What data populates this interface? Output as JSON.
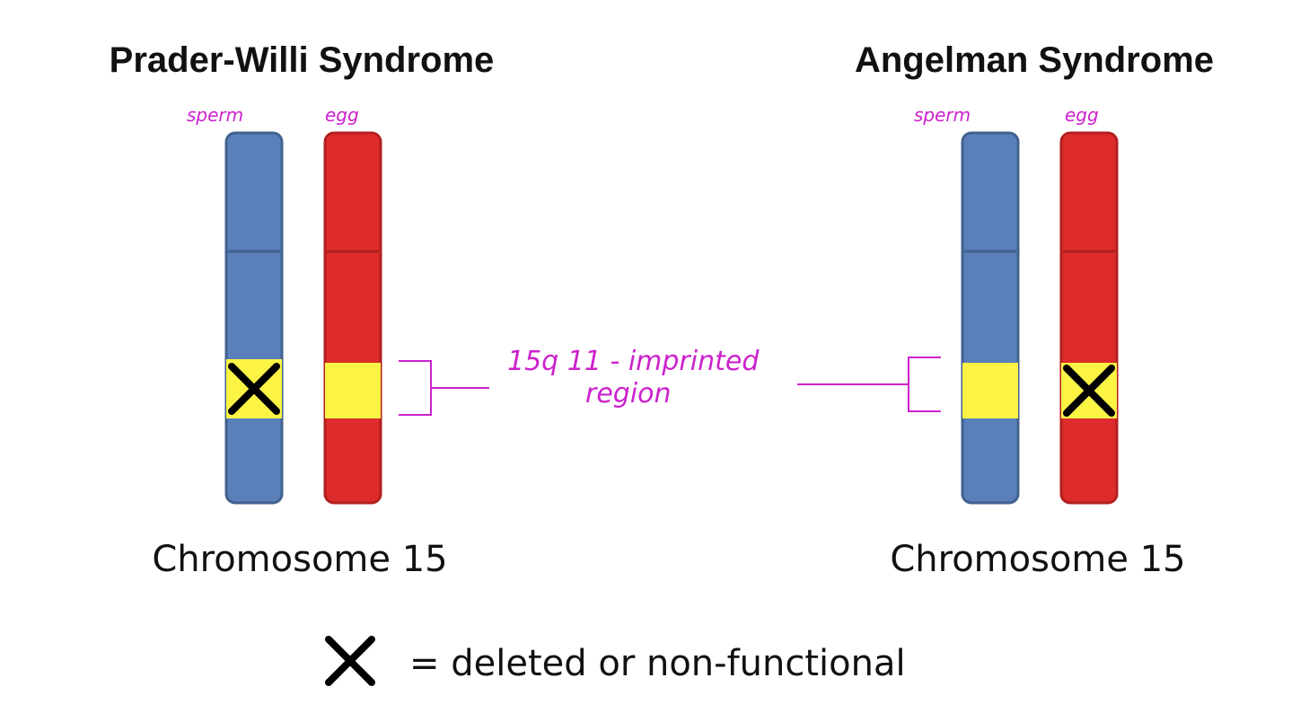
{
  "panels": [
    {
      "title": "Prader-Willi Syndrome",
      "caption": "Chromosome 15",
      "sperm_label": "sperm",
      "egg_label": "egg",
      "deleted_parent": "sperm"
    },
    {
      "title": "Angelman Syndrome",
      "caption": "Chromosome 15",
      "sperm_label": "sperm",
      "egg_label": "egg",
      "deleted_parent": "egg"
    }
  ],
  "annotation": {
    "line1": "15q 11 - imprinted",
    "line2": "region"
  },
  "legend": {
    "icon": "x-mark-icon",
    "text": "= deleted or non-functional"
  },
  "colors": {
    "paternal_chromosome": "#5b7fb9",
    "maternal_chromosome": "#de2b2b",
    "imprinted_band": "#fbf445",
    "handwriting": "#cc22cc",
    "deletion_mark": "#000000"
  }
}
